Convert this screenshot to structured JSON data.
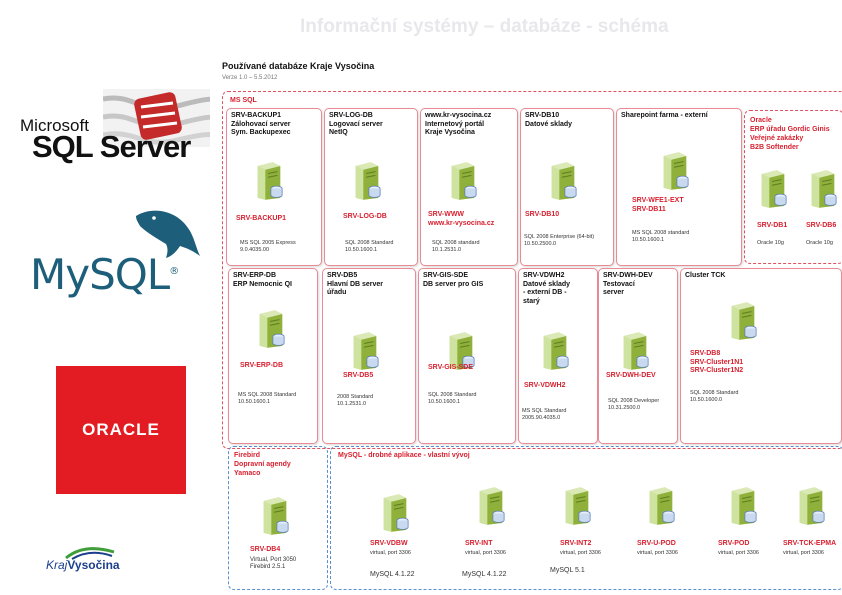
{
  "slide_title": "Informační systémy – databáze - schéma",
  "logos": {
    "sqlserver": {
      "line1": "Microsoft",
      "line2": "SQL Server"
    },
    "mysql": {
      "text_main": "MySQL",
      "reg": "®"
    },
    "oracle": {
      "text": "ORACLE"
    },
    "kraj": {
      "text1": "Kraj",
      "text2": "Vysočina"
    }
  },
  "sheet": {
    "title": "Používané databáze Kraje Vysočina",
    "subtitle": "Verze 1.0 – 5.5.2012"
  },
  "groups": {
    "ms_sql": "MS SQL",
    "oracle": "Oracle\nERP úřadu Gordic Ginis\nVeřejné zakázky\nB2B Softender",
    "firebird": "Firebird\nDopravní agendy\nYamaco",
    "apps": "MySQL - drobné aplikace - vlastní vývoj"
  },
  "boxes": [
    {
      "title": "SRV-BACKUP1\nZálohovací server\nSym. Backupexec",
      "servers": [
        "SRV-BACKUP1"
      ],
      "info": "MS SQL 2005 Express\n9.0.4035.00"
    },
    {
      "title": "SRV-LOG-DB\nLogovací server\nNetIQ",
      "servers": [
        "SRV-LOG-DB"
      ],
      "info": "SQL 2008 Standard\n10.50.1600.1"
    },
    {
      "title": "www.kr-vysocina.cz\nInternetový portál\nKraje Vysočina",
      "servers": [
        "SRV-WWW\nwww.kr-vysocina.cz"
      ],
      "info": "SQL 2008 standard\n10.1.2531.0"
    },
    {
      "title": "SRV-DB10\nDatové sklady",
      "servers": [
        "SRV-DB10"
      ],
      "info": "SQL 2008 Enterprise (64-bit)\n10.50.2500.0"
    },
    {
      "title": "Sharepoint farma - externí",
      "servers": [
        "SRV-WFE1-EXT\nSRV-DB11"
      ],
      "info": "MS SQL 2008 standard\n10.50.1600.1"
    },
    {
      "title": "SRV-ERP-DB\nERP Nemocnic QI",
      "servers": [
        "SRV-ERP-DB"
      ],
      "info": "MS SQL 2008 Standard\n10.50.1600.1"
    },
    {
      "title": "SRV-DB5\nHlavní DB server\núřadu",
      "servers": [
        "SRV-DB5"
      ],
      "info": "2008 Standard\n10.1.2531.0"
    },
    {
      "title": "SRV-GIS-SDE\nDB server pro GIS",
      "servers": [
        "SRV-GIS-SDE"
      ],
      "info": "SQL 2008 Standard\n10.50.1600.1"
    },
    {
      "title": "SRV-VDWH2\nDatové sklady\n- externí DB -\nstarý",
      "servers": [
        "SRV-VDWH2"
      ],
      "info": "MS SQL Standard\n2005.90.4035.0"
    },
    {
      "title": "SRV-DWH-DEV\nTestovací\nserver",
      "servers": [
        "SRV-DWH-DEV"
      ],
      "info": "SQL 2008 Developer\n10.31.2500.0"
    },
    {
      "title": "Cluster TCK",
      "servers": [
        "SRV-DB8\nSRV-Cluster1N1\nSRV-Cluster1N2"
      ],
      "info": "SQL 2008 Standard\n10.50.1600.0"
    }
  ],
  "oracle_servers": [
    {
      "label": "SRV-DB1",
      "info": "Oracle 10g"
    },
    {
      "label": "SRV-DB6",
      "info": "Oracle 10g"
    }
  ],
  "firebird_server": {
    "label": "SRV-DB4",
    "info": "Virtual, Port 3050\nFirebird 2.5.1"
  },
  "app_servers": [
    {
      "label": "SRV-VDBW",
      "info": "virtual, port 3306",
      "version": "MySQL 4.1.22"
    },
    {
      "label": "SRV-INT",
      "info": "virtual, port 3306",
      "version": "MySQL 4.1.22"
    },
    {
      "label": "SRV-INT2",
      "info": "virtual, port 3306",
      "version": "MySQL 5.1"
    },
    {
      "label": "SRV-U-POD",
      "info": "virtual, port 3306",
      "version": ""
    },
    {
      "label": "SRV-POD",
      "info": "virtual, port 3306",
      "version": ""
    },
    {
      "label": "SRV-TCK-EPMA",
      "info": "virtual, port 3306",
      "version": ""
    }
  ],
  "colors": {
    "red": "#d81f2e",
    "blue_border": "#5a8fd0",
    "server_green": "#9cc14a"
  }
}
